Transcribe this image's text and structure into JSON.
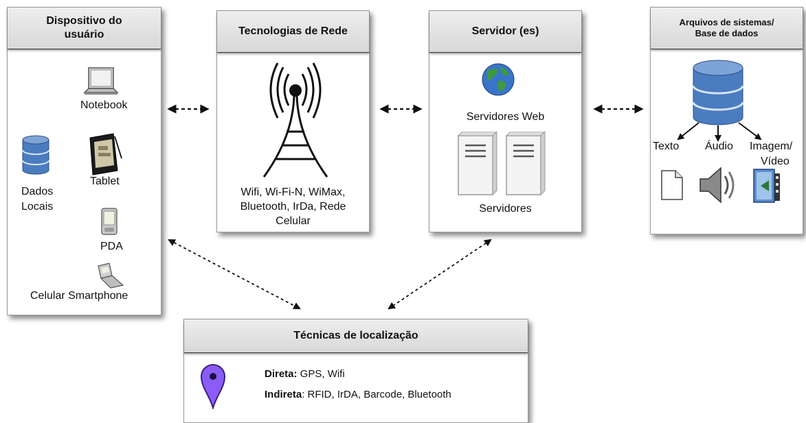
{
  "device": {
    "title_line1": "Dispositivo do",
    "title_line2": "usuário",
    "notebook": "Notebook",
    "tablet": "Tablet",
    "local_data_line1": "Dados",
    "local_data_line2": "Locais",
    "pda": "PDA",
    "phones": "Celular Smartphone"
  },
  "network": {
    "title": "Tecnologias de Rede",
    "line1": "Wifi, Wi-Fi-N, WiMax,",
    "line2": "Bluetooth, IrDa, Rede",
    "line3": "Celular"
  },
  "server": {
    "title": "Servidor (es)",
    "web": "Servidores Web",
    "servers": "Servidores"
  },
  "files": {
    "title_line1": "Arquivos de sistemas/",
    "title_line2": "Base de dados",
    "text": "Texto",
    "audio": "Áudio",
    "image_line1": "Imagem/",
    "image_line2": "Vídeo"
  },
  "location": {
    "title": "Técnicas de localização",
    "direct_label": "Direta:",
    "direct_value": " GPS, Wifi",
    "indirect_label": "Indireta",
    "indirect_value": ": RFID, IrDA, Barcode, Bluetooth"
  },
  "colors": {
    "header_bg": "#e4e4e4",
    "database_blue": "#4a7cc0",
    "pin_purple": "#8b5cf6"
  }
}
